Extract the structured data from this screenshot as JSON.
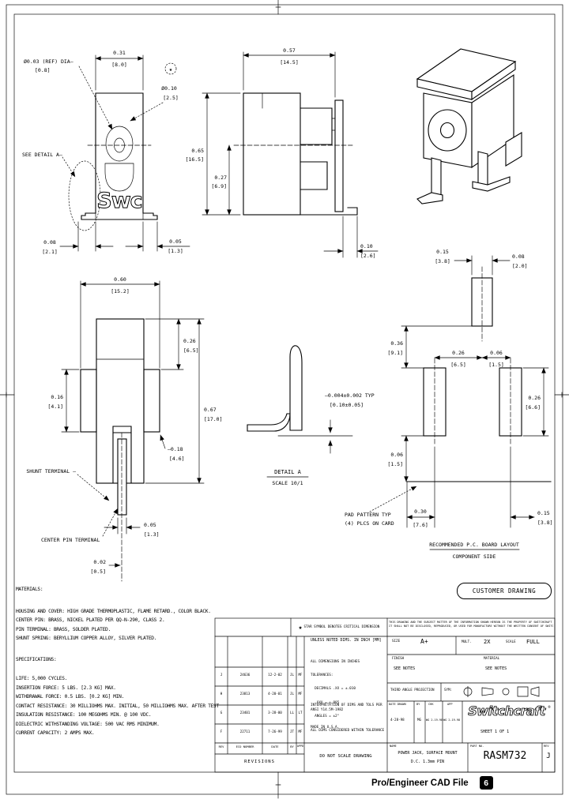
{
  "doc": {
    "badge": "CUSTOMER DRAWING",
    "footer_label": "Pro/Engineer CAD File",
    "footer_page": "6"
  },
  "v1": {
    "w": "0.31",
    "w_mm": "[8.0]",
    "hole": "Ø0.03 (REF) DIA—",
    "hole_mm": "[0.8]",
    "star": "★",
    "pin": "Ø0.10",
    "pin_mm": "[2.5]",
    "see_detail": "SEE DETAIL A—",
    "foot_l": "0.08",
    "foot_l_mm": "[2.1]",
    "foot_r": "0.05",
    "foot_r_mm": "[1.3]",
    "logo": "Swc"
  },
  "v2": {
    "w": "0.57",
    "w_mm": "[14.5]",
    "h": "0.65",
    "h_mm": "[16.5]",
    "h2": "0.27",
    "h2_mm": "[6.9]",
    "d": "0.10",
    "d_mm": "[2.6]"
  },
  "v4": {
    "w": "0.60",
    "w_mm": "[15.2]",
    "flange": "0.16",
    "flange_mm": "[4.1]",
    "upper": "0.26",
    "upper_mm": "[6.5]",
    "h": "0.67",
    "h_mm": "[17.0]",
    "step": "—0.18",
    "step_mm": "[4.6]",
    "pin_w": "0.05",
    "pin_w_mm": "[1.3]",
    "pin_l": "0.02",
    "pin_l_mm": "[0.5]",
    "shunt_label": "SHUNT TERMINAL —",
    "center_label": "CENTER PIN TERMINAL"
  },
  "v5": {
    "cop": "—0.004±0.002 TYP",
    "cop_mm": "[0.10±0.05]",
    "title": "DETAIL A",
    "scale": "SCALE 10/1"
  },
  "v6": {
    "pad_w": "0.08",
    "pad_w_mm": "[2.0]",
    "pad_off": "0.15",
    "pad_off_mm": "[3.8]",
    "p1": "0.26",
    "p1_mm": "[6.5]",
    "p2": "0.06",
    "p2_mm": "[1.5]",
    "lh": "0.36",
    "lh_mm": "[9.1]",
    "lh2": "0.06",
    "lh2_mm": "[1.5]",
    "rh": "0.26",
    "rh_mm": "[6.6]",
    "b1": "0.30",
    "b1_mm": "[7.6]",
    "b2": "0.15",
    "b2_mm": "[3.8]",
    "leader1": "PAD PATTERN TYP",
    "leader2": "(4) PLCS ON CARD",
    "title": "RECOMMENDED P.C. BOARD LAYOUT",
    "subtitle": "COMPONENT SIDE"
  },
  "notes": {
    "materials_title": "MATERIALS:",
    "materials": [
      "HOUSING AND COVER: HIGH GRADE THERMOPLASTIC, FLAME RETARD., COLOR BLACK.",
      "CENTER PIN: BRASS, NICKEL PLATED PER QQ-N-290, CLASS 2.",
      "PIN TERMINAL: BRASS, SOLDER PLATED.",
      "SHUNT SPRING: BERYLLIUM COPPER ALLOY, SILVER PLATED."
    ],
    "specs_title": "SPECIFICATIONS:",
    "specs": [
      "LIFE: 5,000 CYCLES.",
      "INSERTION FORCE: 5 LBS. [2.3 KG] MAX.",
      "WITHDRAWAL FORCE: 0.5 LBS. [0.2 KG] MIN.",
      "CONTACT RESISTANCE: 30 MILLIOHMS MAX. INITIAL, 50 MILLIOHMS MAX. AFTER TEST",
      "INSULATION RESISTANCE: 100 MEGOHMS MIN. @ 100 VDC.",
      "DIELECTRIC WITHSTANDING VOLTAGE: 500 VAC RMS MINIMUM.",
      "CURRENT CAPACITY: 2 AMPS MAX."
    ]
  },
  "tb": {
    "star_glyph": "★",
    "star_note": "STAR SYMBOL DENOTES CRITICAL DIMENSION",
    "prop1": "THIS DRAWING AND THE SUBJECT MATTER OF THE INFORMATION SHOWN HEREON IS THE PROPERTY OF SWITCHCRAFT INC.",
    "prop2": "IT SHALL NOT BE DISCLOSED, REPRODUCED, OR USED FOR MANUFACTURE WITHOUT THE WRITTEN CONSENT OF SWITCHCRAFT INC.",
    "unless": "UNLESS NOTED DIMS. IN INCH [MM]",
    "tol": [
      "ALL DIMENSIONS IN INCHES",
      "TOLERANCES:",
      "  DECIMALS .XX = ±.010",
      "  .XXX = ±.005",
      "  ANGLES = ±2°",
      "ALL DIMS CONSIDERED WITHIN TOLERANCE"
    ],
    "interpret1": "INTERPRETATION OF DIMS AND TOLS PER",
    "interpret2": "ANSI Y14.5M-1982",
    "made": "MADE IN U.S.A.",
    "size_label": "SIZE",
    "size": "A+",
    "mult_label": "MULT.",
    "mult": "2X",
    "scale_label": "SCALE",
    "scale": "FULL",
    "finish_label": "FINISH",
    "finish": "SEE NOTES",
    "material_label": "MATERIAL",
    "material": "SEE NOTES",
    "proj_label": "THIRD ANGLE PROJECTION",
    "sym_label": "SYM:",
    "drawn_label": "DATE DRAWN",
    "by_label": "BY",
    "chk_label": "CHK",
    "app_label": "APP",
    "drawn": "4-28-98",
    "by": "MG",
    "chk": "WG 2-19-98",
    "app": "WG 2-19-98",
    "sheet": "SHEET 1 OF 1",
    "logo": "Switchcraft",
    "logo_reg": "®",
    "dns": "DO NOT SCALE DRAWING",
    "name_label": "NAME",
    "name1": "POWER JACK, SURFACE MOUNT",
    "name2": "D.C. 1.3mm PIN",
    "part_label": "PART NO.",
    "part": "RASM732",
    "rev_label": "REV",
    "rev": "J",
    "revisions_label": "REVISIONS",
    "rev_headers": [
      "REV",
      "ECO NUMBER",
      "DATE",
      "BY",
      "APPD"
    ],
    "rev_rows": [
      {
        "rev": "J",
        "eco": "24636",
        "date": "12-2-02",
        "by": "JL",
        "appd": "MF"
      },
      {
        "rev": "H",
        "eco": "23813",
        "date": "4-20-01",
        "by": "JL",
        "appd": "MF"
      },
      {
        "rev": "G",
        "eco": "23401",
        "date": "3-28-00",
        "by": "LL",
        "appd": "LT"
      },
      {
        "rev": "F",
        "eco": "22711",
        "date": "7-26-99",
        "by": "JT",
        "appd": "MF"
      }
    ]
  }
}
